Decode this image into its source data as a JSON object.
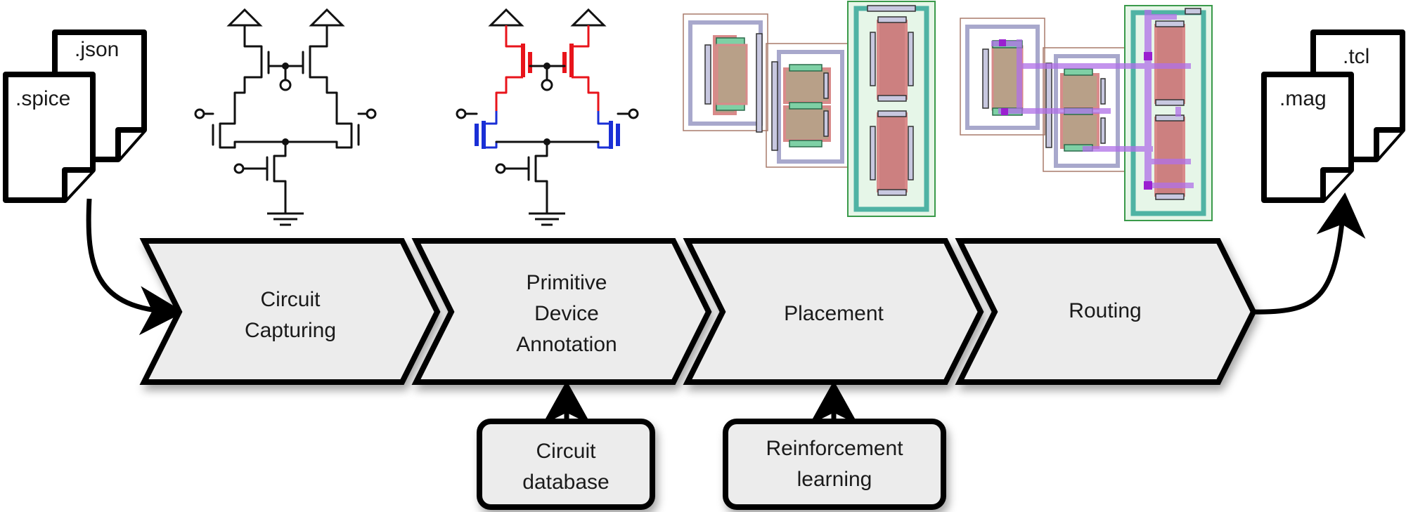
{
  "stages": [
    {
      "lines": [
        "Circuit",
        "Capturing"
      ]
    },
    {
      "lines": [
        "Primitive",
        "Device",
        "Annotation"
      ]
    },
    {
      "lines": [
        "Placement"
      ]
    },
    {
      "lines": [
        "Routing"
      ]
    }
  ],
  "inputs": [
    {
      "lines": [
        "Circuit",
        "database"
      ]
    },
    {
      "lines": [
        "Reinforcement",
        "learning"
      ]
    }
  ],
  "input_files": {
    "back": ".json",
    "front": ".spice"
  },
  "output_files": {
    "back": ".tcl",
    "front": ".mag"
  },
  "colors": {
    "stage_fill": "#ececec",
    "pmos_highlight": "#e8141b",
    "nmos_highlight": "#1a2fd6",
    "diffusion": "#d98a8a",
    "poly_green": "#2fb88a",
    "well_lavender": "#9a9ac8",
    "guard_teal": "#4fb3a4",
    "route_purple": "#b070e8"
  }
}
